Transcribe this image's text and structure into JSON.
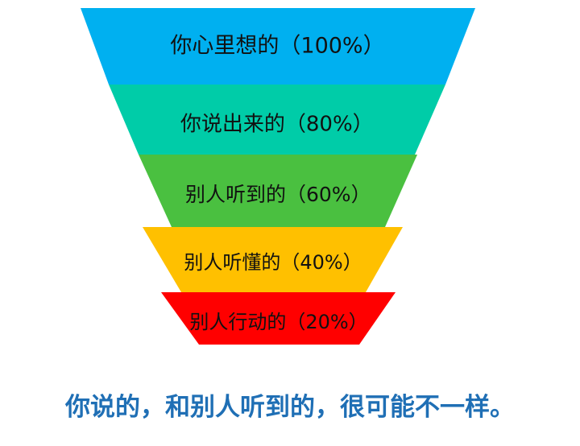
{
  "funnel": {
    "layers": [
      {
        "label": "你心里想的（100%）",
        "percent": 100,
        "color": "#00B0F0"
      },
      {
        "label": "你说出来的（80%）",
        "percent": 80,
        "color": "#00CCA8"
      },
      {
        "label": "别人听到的（60%）",
        "percent": 60,
        "color": "#4AC040"
      },
      {
        "label": "别人听懂的（40%）",
        "percent": 40,
        "color": "#FFC000"
      },
      {
        "label": "别人行动的（20%）",
        "percent": 20,
        "color": "#FF0000"
      }
    ]
  },
  "caption": {
    "text": "你说的，和别人听到的，很可能不一样。",
    "color": "#1F6FB5"
  }
}
